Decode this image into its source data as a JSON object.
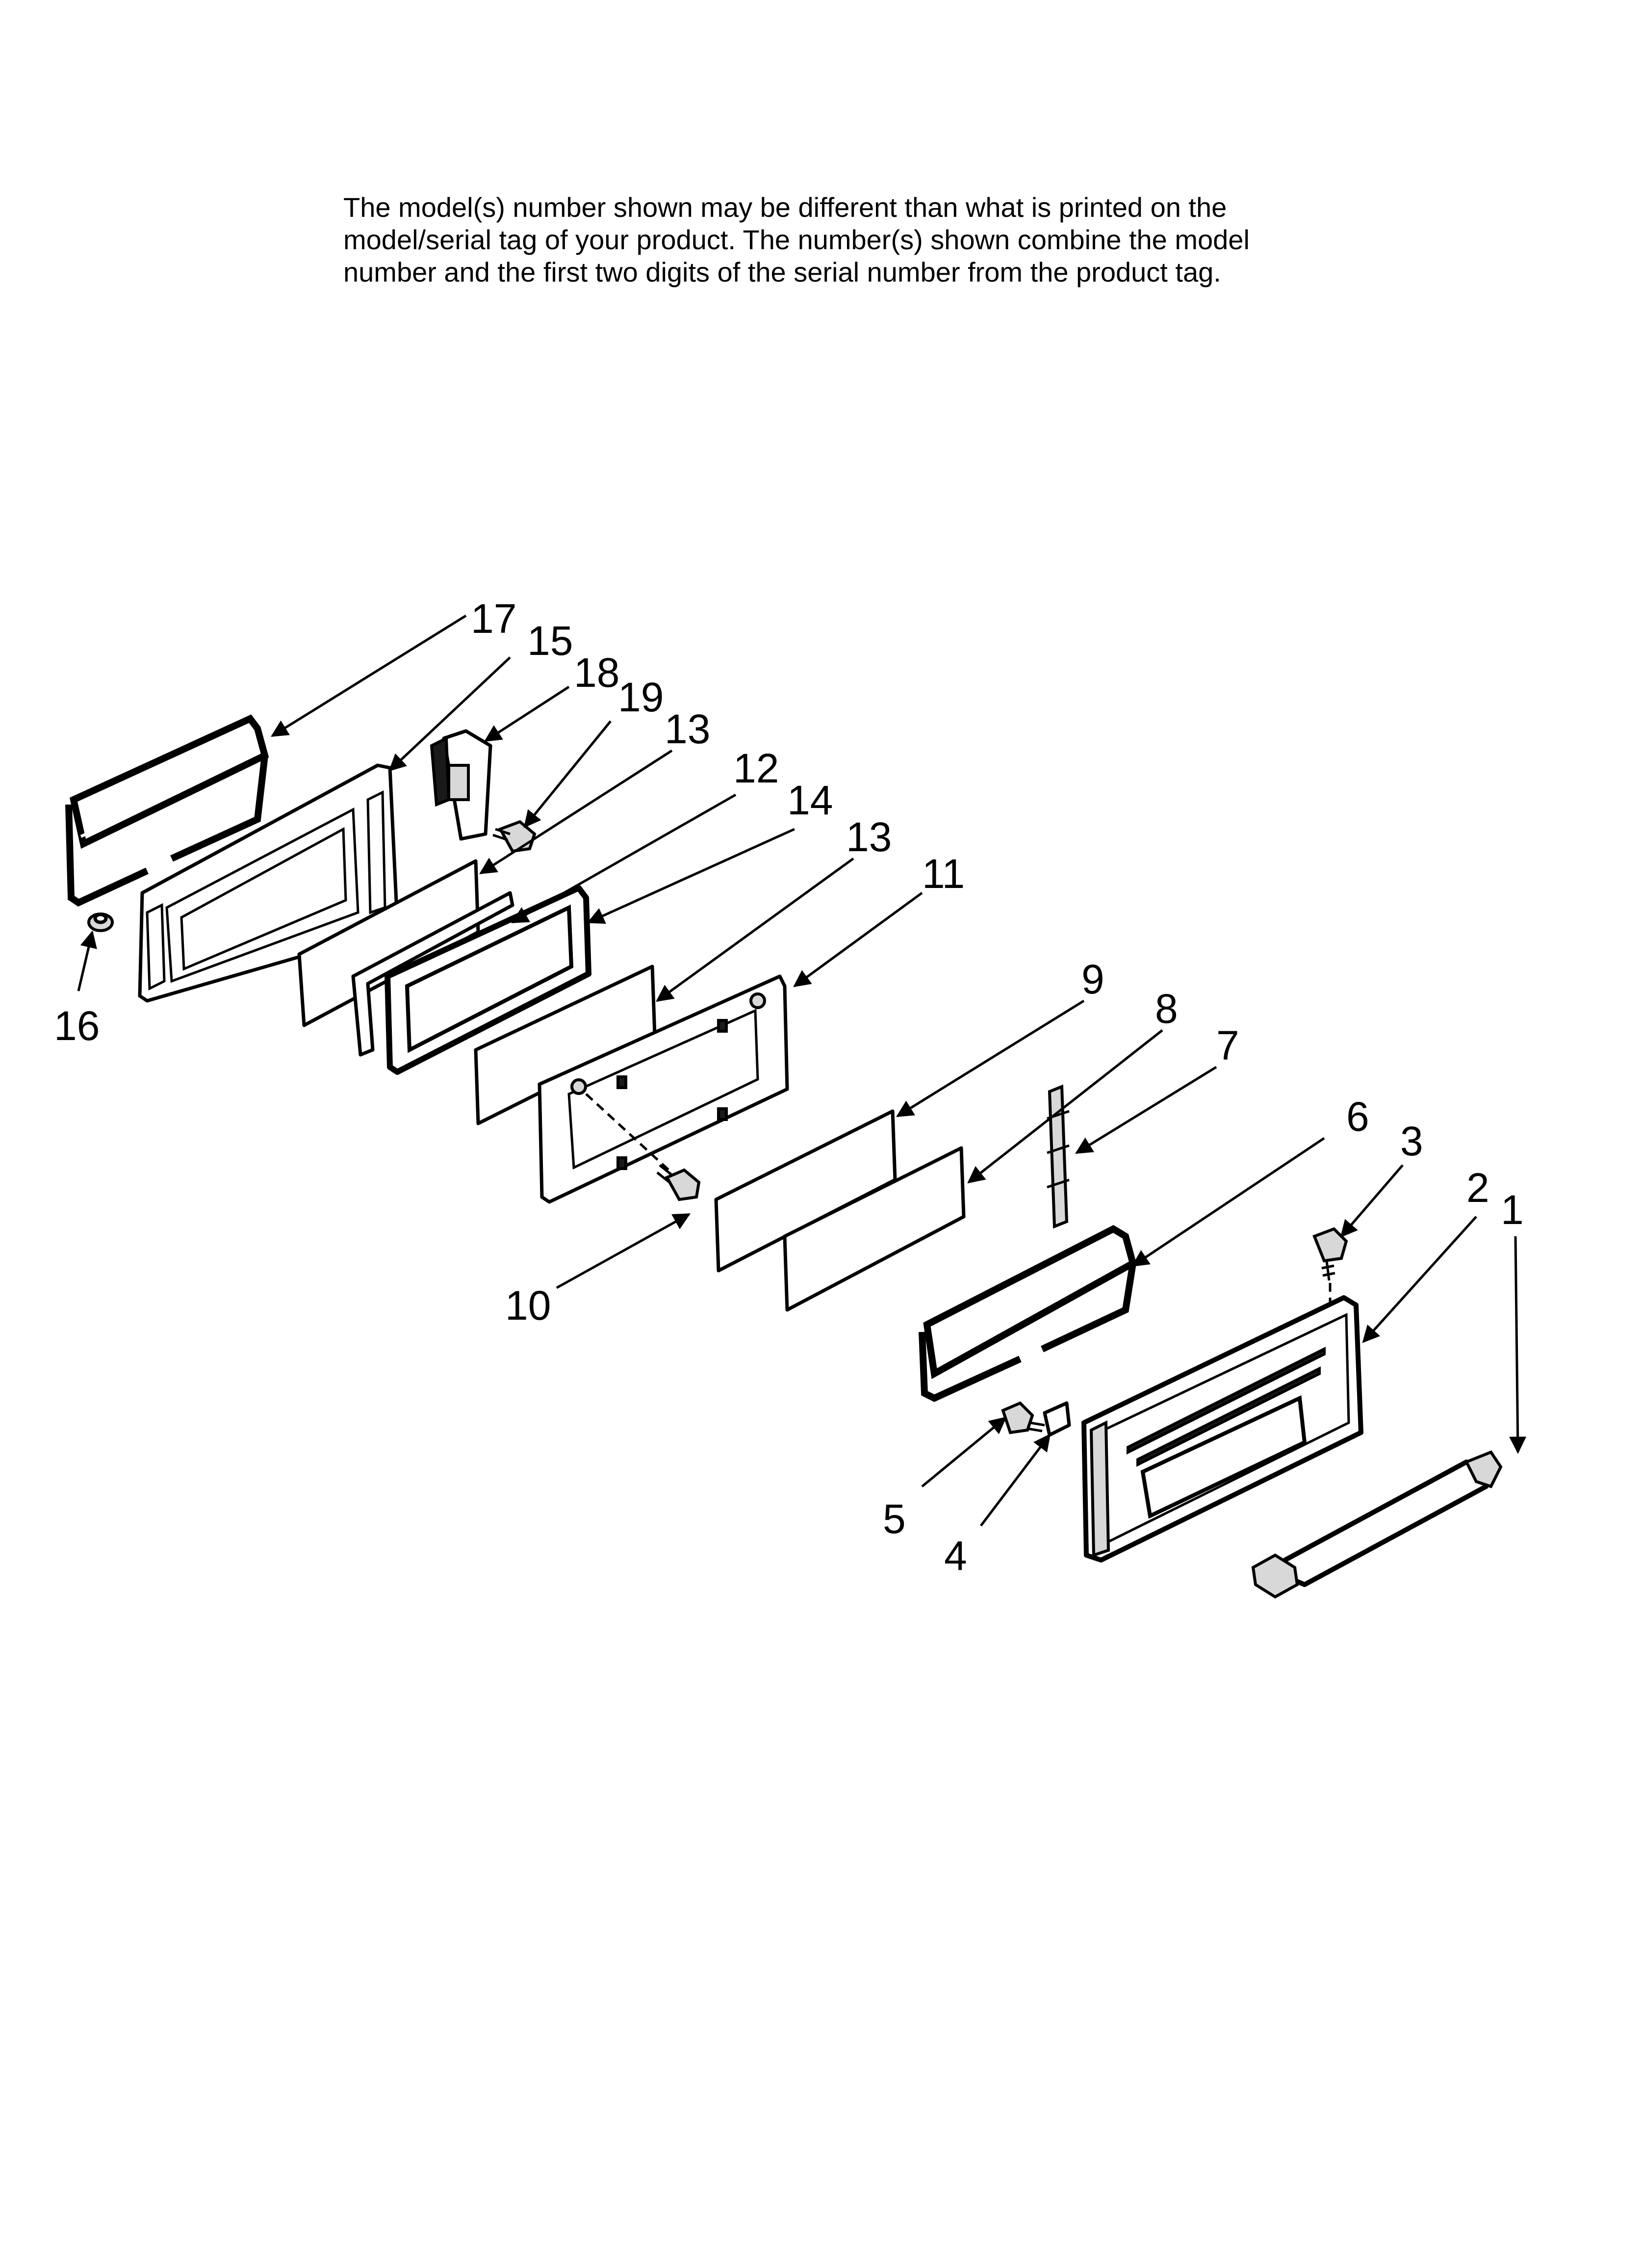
{
  "disclaimer": {
    "line1": "The model(s) number shown may be different than what is printed on the",
    "line2": "model/serial tag of your product. The number(s) shown combine the model",
    "line3": "number and the first two digits of the serial number from the product tag."
  },
  "callouts": {
    "c1": "1",
    "c2": "2",
    "c3": "3",
    "c4": "4",
    "c5": "5",
    "c6": "6",
    "c7": "7",
    "c8": "8",
    "c9": "9",
    "c10": "10",
    "c11": "11",
    "c12": "12",
    "c13a": "13",
    "c13b": "13",
    "c14": "14",
    "c15": "15",
    "c16": "16",
    "c17": "17",
    "c18": "18",
    "c19": "19"
  }
}
